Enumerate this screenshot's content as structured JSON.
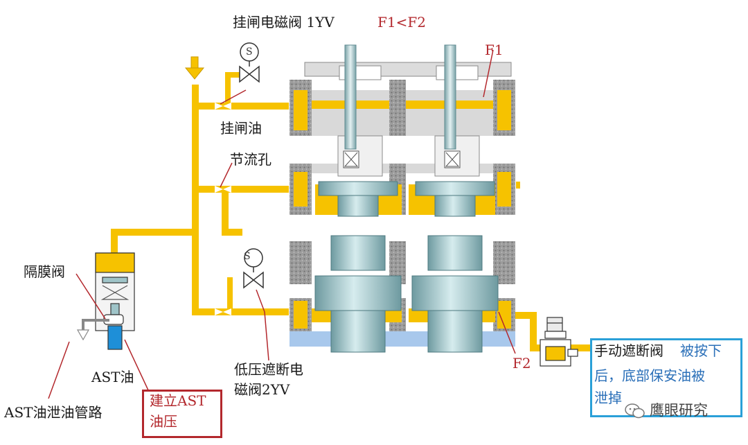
{
  "labels": {
    "trip_solenoid": "挂闸电磁阀 1YV",
    "f1_lt_f2": "F1<F2",
    "f1": "F1",
    "trip_oil": "挂闸油",
    "orifice": "节流孔",
    "diaphragm_valve": "隔膜阀",
    "ast_oil": "AST油",
    "ast_drain_line": "AST油泄油管路",
    "build_ast_line1": "建立AST",
    "build_ast_line2": "油压",
    "lp_solenoid_line1": "低压遮断电",
    "lp_solenoid_line2": "磁阀2YV",
    "f2": "F2",
    "manual_valve": "手动遮断阀",
    "manual_note_1": "被按下",
    "manual_note_2": "后，底部保安油被",
    "manual_note_3": "泄掉",
    "solenoid_symbol": "S",
    "watermark": "鹰眼研究"
  },
  "colors": {
    "oil_yellow": "#f6c200",
    "concrete": "#a8a8a8",
    "spool_teal": "#9fc4c8",
    "bottom_blue": "#a8c8ec",
    "accent_red": "#b3282d",
    "accent_blue": "#2aa0d8"
  },
  "icons": {
    "solenoid": "solenoid-valve-icon",
    "arrow": "down-arrow-icon",
    "wechat": "wechat-icon"
  }
}
